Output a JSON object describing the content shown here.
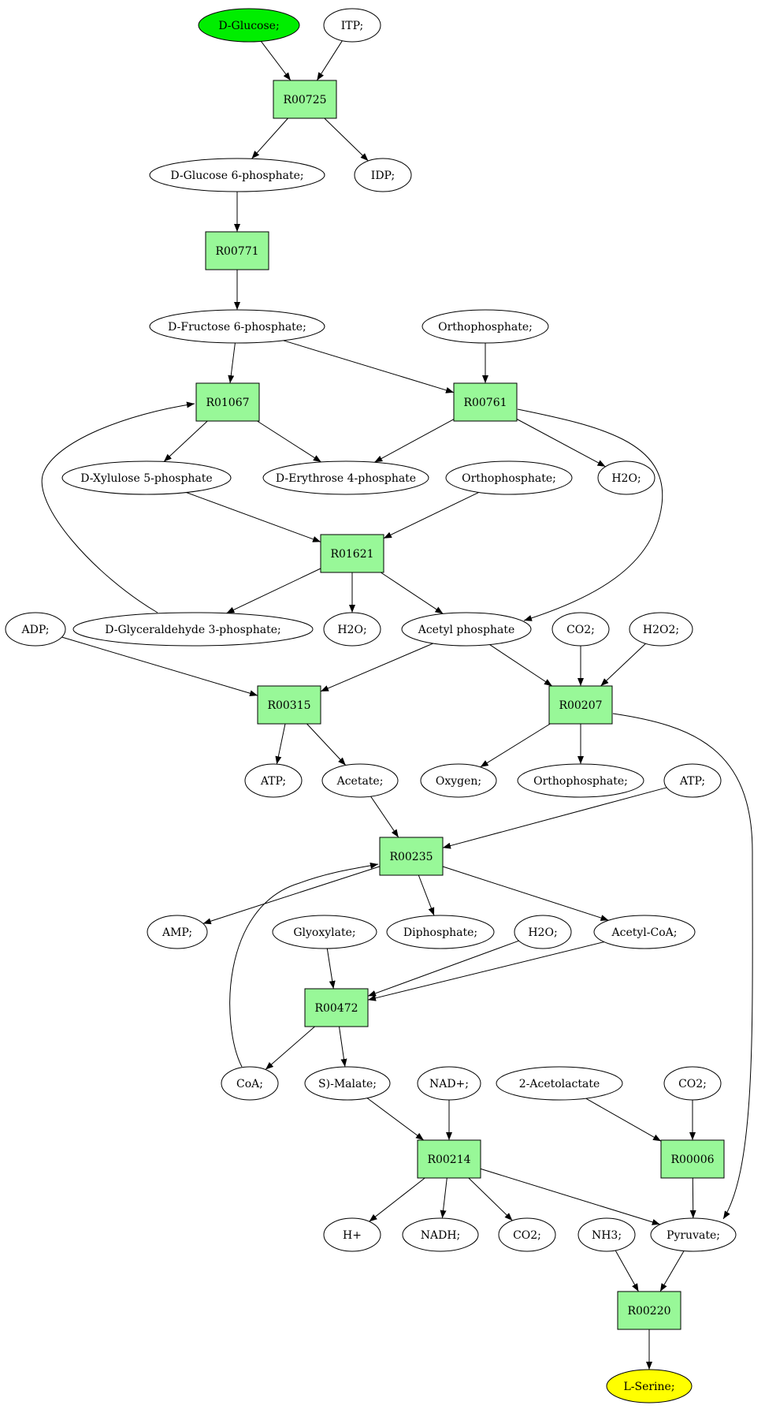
{
  "colors": {
    "reaction_fill": "#98f898",
    "start_fill": "#00ee00",
    "end_fill": "#ffff00",
    "node_fill": "#ffffff",
    "stroke": "#000000"
  },
  "nodes": [
    {
      "id": "glucose",
      "kind": "compound",
      "label": "D-Glucose;",
      "role": "start"
    },
    {
      "id": "itp",
      "kind": "compound",
      "label": "ITP;"
    },
    {
      "id": "r00725",
      "kind": "reaction",
      "label": "R00725"
    },
    {
      "id": "g6p",
      "kind": "compound",
      "label": "D-Glucose 6-phosphate;"
    },
    {
      "id": "idp",
      "kind": "compound",
      "label": "IDP;"
    },
    {
      "id": "r00771",
      "kind": "reaction",
      "label": "R00771"
    },
    {
      "id": "f6p",
      "kind": "compound",
      "label": "D-Fructose 6-phosphate;"
    },
    {
      "id": "orthophos1",
      "kind": "compound",
      "label": "Orthophosphate;"
    },
    {
      "id": "r01067",
      "kind": "reaction",
      "label": "R01067"
    },
    {
      "id": "r00761",
      "kind": "reaction",
      "label": "R00761"
    },
    {
      "id": "x5p",
      "kind": "compound",
      "label": "D-Xylulose 5-phosphate"
    },
    {
      "id": "e4p",
      "kind": "compound",
      "label": "D-Erythrose 4-phosphate"
    },
    {
      "id": "orthophos2",
      "kind": "compound",
      "label": "Orthophosphate;"
    },
    {
      "id": "h2o1",
      "kind": "compound",
      "label": "H2O;"
    },
    {
      "id": "r01621",
      "kind": "reaction",
      "label": "R01621"
    },
    {
      "id": "adp",
      "kind": "compound",
      "label": "ADP;"
    },
    {
      "id": "g3p",
      "kind": "compound",
      "label": "D-Glyceraldehyde 3-phosphate;"
    },
    {
      "id": "h2o2",
      "kind": "compound",
      "label": "H2O;"
    },
    {
      "id": "acetylp",
      "kind": "compound",
      "label": "Acetyl phosphate"
    },
    {
      "id": "co2a",
      "kind": "compound",
      "label": "CO2;"
    },
    {
      "id": "h2o2x",
      "kind": "compound",
      "label": "H2O2;"
    },
    {
      "id": "r00315",
      "kind": "reaction",
      "label": "R00315"
    },
    {
      "id": "r00207",
      "kind": "reaction",
      "label": "R00207"
    },
    {
      "id": "atp1",
      "kind": "compound",
      "label": "ATP;"
    },
    {
      "id": "acetate",
      "kind": "compound",
      "label": "Acetate;"
    },
    {
      "id": "oxygen",
      "kind": "compound",
      "label": "Oxygen;"
    },
    {
      "id": "orthophos3",
      "kind": "compound",
      "label": "Orthophosphate;"
    },
    {
      "id": "atp2",
      "kind": "compound",
      "label": "ATP;"
    },
    {
      "id": "r00235",
      "kind": "reaction",
      "label": "R00235"
    },
    {
      "id": "amp",
      "kind": "compound",
      "label": "AMP;"
    },
    {
      "id": "glyoxylate",
      "kind": "compound",
      "label": "Glyoxylate;"
    },
    {
      "id": "diphosphate",
      "kind": "compound",
      "label": "Diphosphate;"
    },
    {
      "id": "h2o3",
      "kind": "compound",
      "label": "H2O;"
    },
    {
      "id": "acetylcoa",
      "kind": "compound",
      "label": "Acetyl-CoA;"
    },
    {
      "id": "r00472",
      "kind": "reaction",
      "label": "R00472"
    },
    {
      "id": "coa",
      "kind": "compound",
      "label": "CoA;"
    },
    {
      "id": "smalate",
      "kind": "compound",
      "label": "S)-Malate;"
    },
    {
      "id": "nad",
      "kind": "compound",
      "label": "NAD+;"
    },
    {
      "id": "acetolactate",
      "kind": "compound",
      "label": "2-Acetolactate"
    },
    {
      "id": "co2b",
      "kind": "compound",
      "label": "CO2;"
    },
    {
      "id": "r00214",
      "kind": "reaction",
      "label": "R00214"
    },
    {
      "id": "r00006",
      "kind": "reaction",
      "label": "R00006"
    },
    {
      "id": "hplus",
      "kind": "compound",
      "label": "H+"
    },
    {
      "id": "nadh",
      "kind": "compound",
      "label": "NADH;"
    },
    {
      "id": "co2c",
      "kind": "compound",
      "label": "CO2;"
    },
    {
      "id": "nh3",
      "kind": "compound",
      "label": "NH3;"
    },
    {
      "id": "pyruvate",
      "kind": "compound",
      "label": "Pyruvate;"
    },
    {
      "id": "r00220",
      "kind": "reaction",
      "label": "R00220"
    },
    {
      "id": "serine",
      "kind": "compound",
      "label": "L-Serine;",
      "role": "end"
    }
  ],
  "edges": [
    [
      "glucose",
      "r00725"
    ],
    [
      "itp",
      "r00725"
    ],
    [
      "r00725",
      "g6p"
    ],
    [
      "r00725",
      "idp"
    ],
    [
      "g6p",
      "r00771"
    ],
    [
      "r00771",
      "f6p"
    ],
    [
      "f6p",
      "r01067"
    ],
    [
      "f6p",
      "r00761"
    ],
    [
      "orthophos1",
      "r00761"
    ],
    [
      "r01067",
      "x5p"
    ],
    [
      "r01067",
      "e4p"
    ],
    [
      "r00761",
      "e4p"
    ],
    [
      "r00761",
      "h2o1"
    ],
    [
      "r00761",
      "acetylp"
    ],
    [
      "x5p",
      "r01621"
    ],
    [
      "orthophos2",
      "r01621"
    ],
    [
      "r01621",
      "g3p"
    ],
    [
      "r01621",
      "h2o2"
    ],
    [
      "r01621",
      "acetylp"
    ],
    [
      "g3p",
      "r01067"
    ],
    [
      "adp",
      "r00315"
    ],
    [
      "acetylp",
      "r00315"
    ],
    [
      "acetylp",
      "r00207"
    ],
    [
      "co2a",
      "r00207"
    ],
    [
      "h2o2x",
      "r00207"
    ],
    [
      "r00315",
      "atp1"
    ],
    [
      "r00315",
      "acetate"
    ],
    [
      "r00207",
      "oxygen"
    ],
    [
      "r00207",
      "orthophos3"
    ],
    [
      "r00207",
      "pyruvate"
    ],
    [
      "acetate",
      "r00235"
    ],
    [
      "atp2",
      "r00235"
    ],
    [
      "r00235",
      "amp"
    ],
    [
      "r00235",
      "diphosphate"
    ],
    [
      "r00235",
      "acetylcoa"
    ],
    [
      "glyoxylate",
      "r00472"
    ],
    [
      "h2o3",
      "r00472"
    ],
    [
      "acetylcoa",
      "r00472"
    ],
    [
      "r00472",
      "coa"
    ],
    [
      "r00472",
      "smalate"
    ],
    [
      "coa",
      "r00235"
    ],
    [
      "smalate",
      "r00214"
    ],
    [
      "nad",
      "r00214"
    ],
    [
      "r00214",
      "hplus"
    ],
    [
      "r00214",
      "nadh"
    ],
    [
      "r00214",
      "co2c"
    ],
    [
      "r00214",
      "pyruvate"
    ],
    [
      "acetolactate",
      "r00006"
    ],
    [
      "co2b",
      "r00006"
    ],
    [
      "r00006",
      "pyruvate"
    ],
    [
      "nh3",
      "r00220"
    ],
    [
      "pyruvate",
      "r00220"
    ],
    [
      "r00220",
      "serine"
    ]
  ]
}
